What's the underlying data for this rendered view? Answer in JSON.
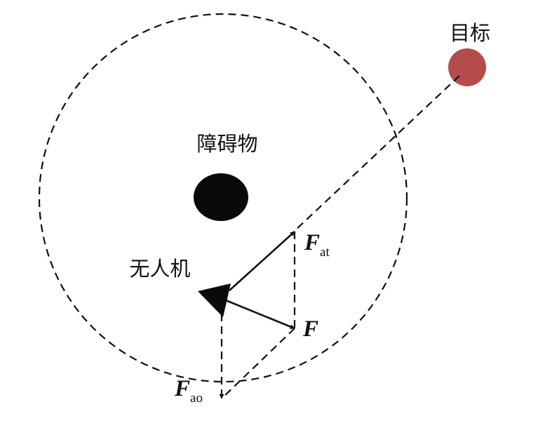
{
  "labels": {
    "target": "目标",
    "obstacle": "障碍物",
    "uav": "无人机"
  },
  "forces": {
    "attractive": {
      "symbol": "F",
      "subscript": "at"
    },
    "resultant": {
      "symbol": "F"
    },
    "repulsive": {
      "symbol": "F",
      "subscript": "ao"
    }
  },
  "colors": {
    "target": "#b64b4b",
    "obstacle": "#0a0a0a",
    "stroke": "#111111"
  }
}
